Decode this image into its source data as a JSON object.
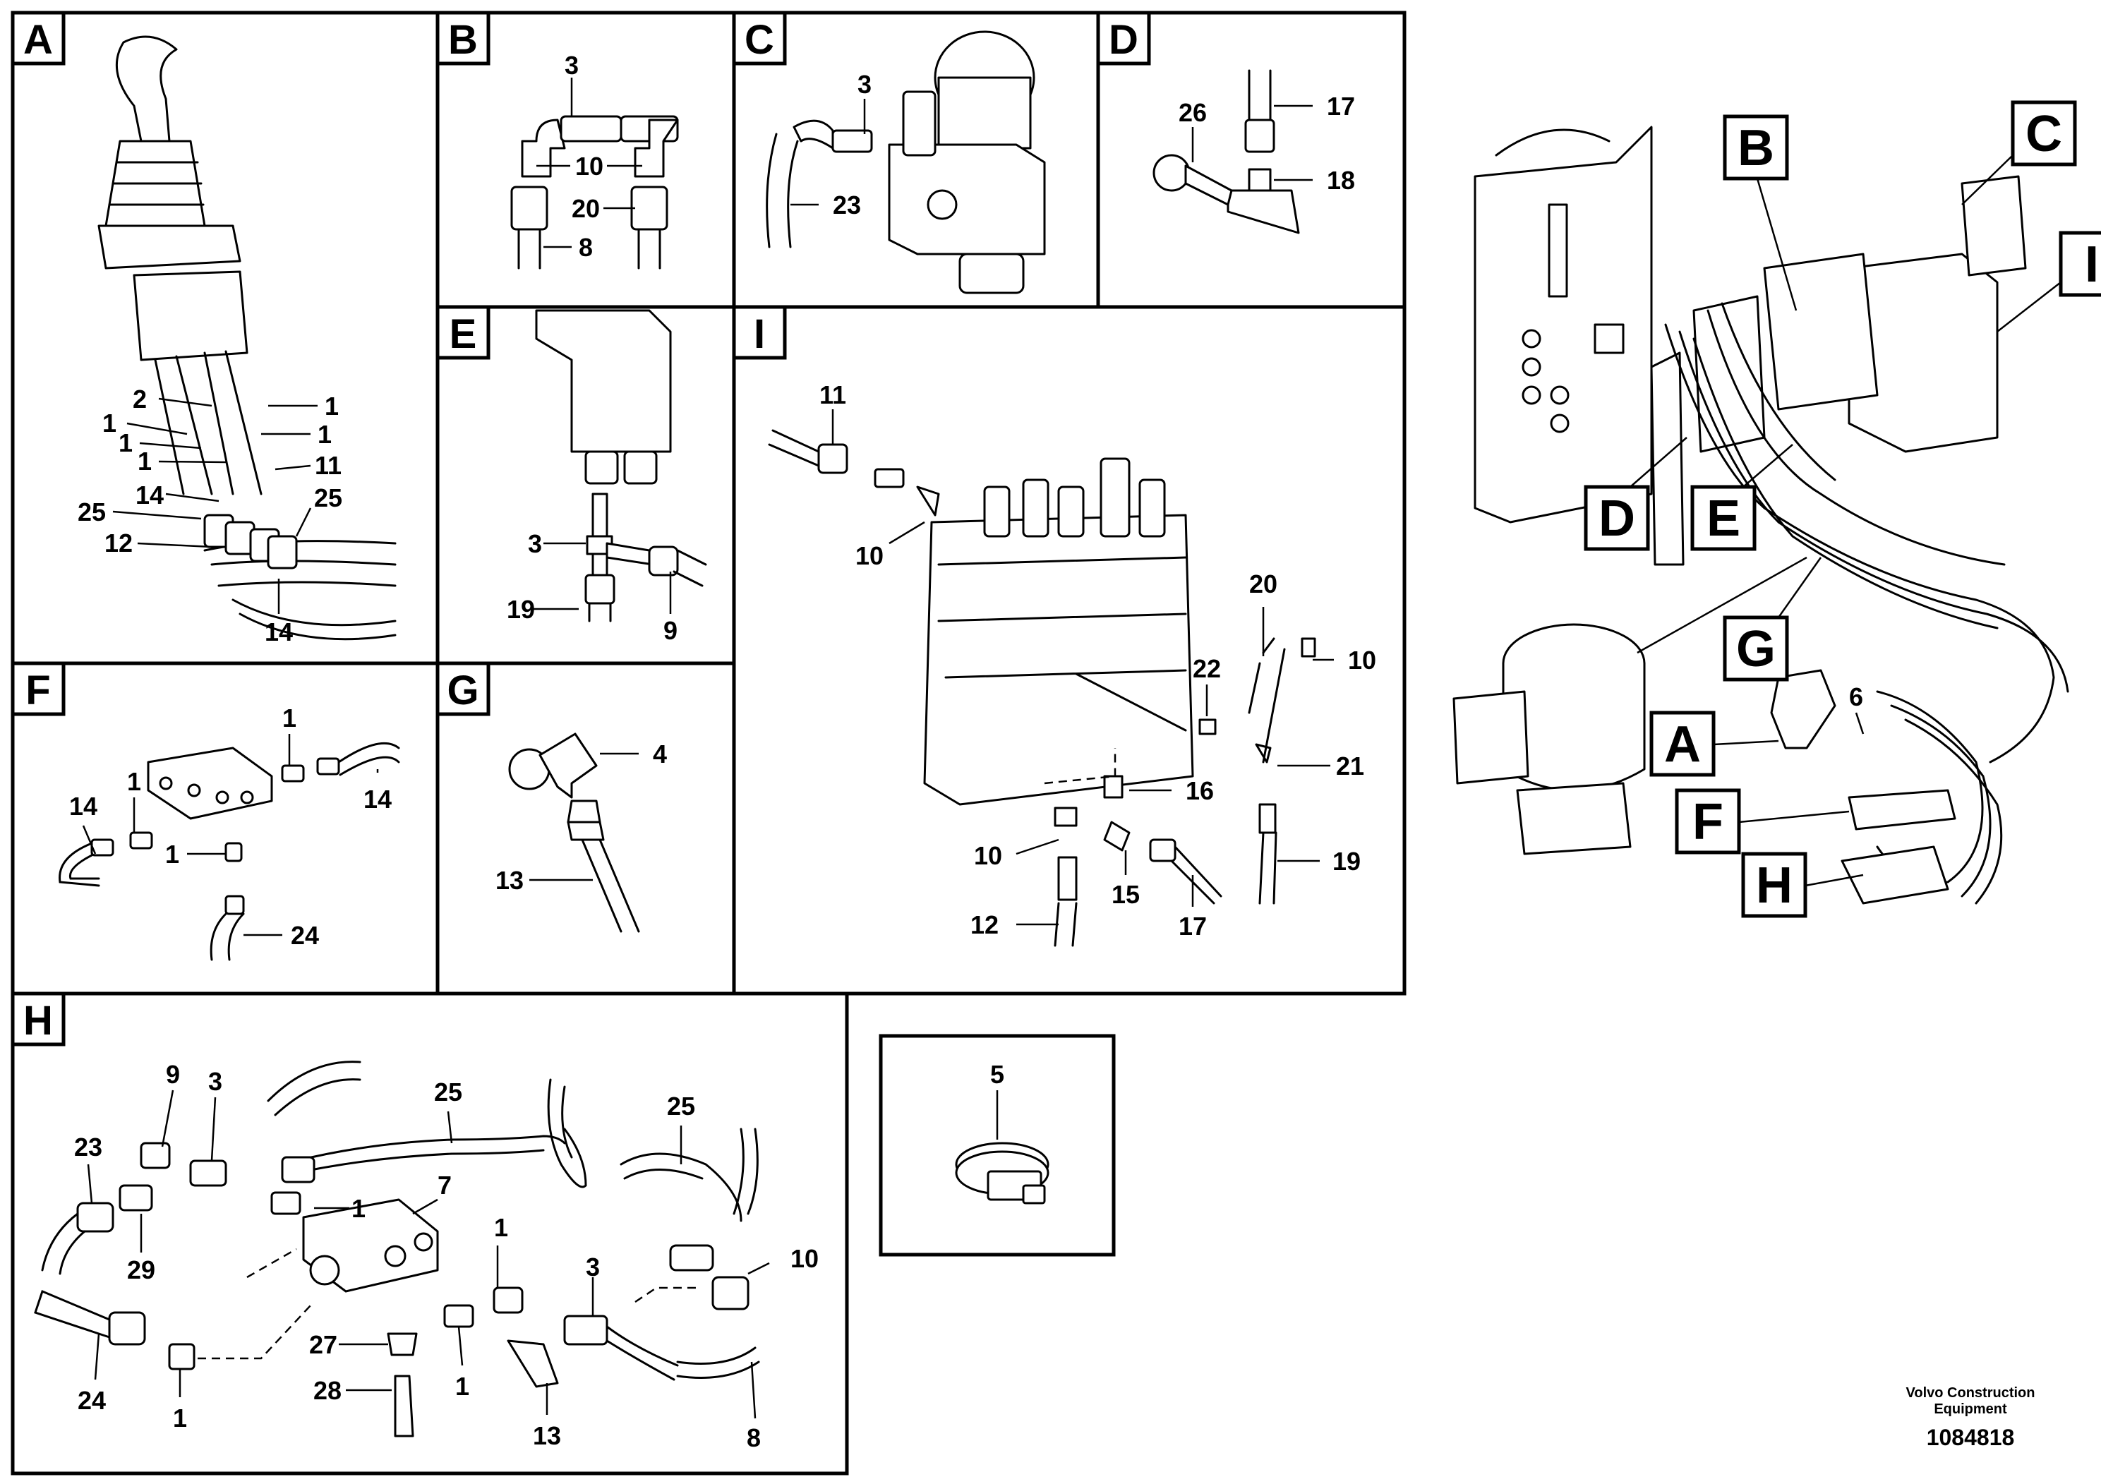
{
  "panels": {
    "A": {
      "letter": "A",
      "callouts": [
        "2",
        "1",
        "1",
        "1",
        "1",
        "1",
        "11",
        "14",
        "25",
        "25",
        "12",
        "14"
      ]
    },
    "B": {
      "letter": "B",
      "callouts": [
        "3",
        "10",
        "20",
        "8"
      ]
    },
    "C": {
      "letter": "C",
      "callouts": [
        "3",
        "23"
      ]
    },
    "D": {
      "letter": "D",
      "callouts": [
        "26",
        "17",
        "18"
      ]
    },
    "E": {
      "letter": "E",
      "callouts": [
        "3",
        "19",
        "9"
      ]
    },
    "F": {
      "letter": "F",
      "callouts": [
        "1",
        "1",
        "14",
        "14",
        "1",
        "24"
      ]
    },
    "G": {
      "letter": "G",
      "callouts": [
        "4",
        "13"
      ]
    },
    "I": {
      "letter": "I",
      "callouts": [
        "11",
        "10",
        "20",
        "10",
        "22",
        "21",
        "16",
        "10",
        "15",
        "12",
        "17",
        "19"
      ]
    },
    "H": {
      "letter": "H",
      "callouts": [
        "9",
        "3",
        "25",
        "25",
        "23",
        "1",
        "7",
        "29",
        "1",
        "3",
        "10",
        "24",
        "27",
        "28",
        "1",
        "13",
        "1",
        "8"
      ]
    }
  },
  "item_box": {
    "callout": "5"
  },
  "overview": {
    "letters": [
      "A",
      "B",
      "C",
      "D",
      "E",
      "F",
      "G",
      "H",
      "I"
    ],
    "callout": "6"
  },
  "footer": {
    "line1": "Volvo Construction",
    "line2": "Equipment",
    "doc_id": "1084818"
  }
}
